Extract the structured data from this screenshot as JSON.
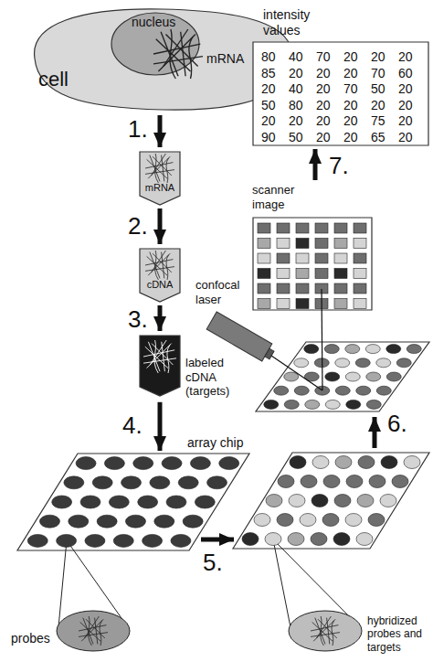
{
  "diagram": {
    "nodes": [
      {
        "text": [
          "cell"
        ]
      },
      {
        "text": [
          "nucleus"
        ],
        "in": 0
      },
      {
        "text": [
          "intensity values"
        ]
      },
      {
        "text": [
          "mRNA"
        ]
      },
      {
        "text": [
          "scanner image"
        ]
      },
      {
        "text": [
          "cDNA"
        ]
      },
      {
        "text": [
          "labeled cDNA (targets)"
        ]
      },
      {
        "text": [
          "array chip"
        ]
      },
      {
        "text": [
          "hybridized probes and targets"
        ]
      }
    ],
    "edges": [
      {
        "from": 0,
        "to": 3,
        "arrow": "to",
        "label": "1."
      },
      {
        "from": 3,
        "to": 5,
        "arrow": "to",
        "label": "2."
      },
      {
        "from": 5,
        "to": 6,
        "arrow": "to",
        "label": "3."
      },
      {
        "from": 6,
        "to": 7,
        "arrow": "to",
        "label": "4."
      },
      {
        "from": 7,
        "to": 8,
        "arrow": "to",
        "label": "5."
      },
      {
        "from": 4,
        "to": 2,
        "arrow": "to",
        "label": "7."
      }
    ],
    "labels": [
      "mRNA",
      "6.",
      "confocal laser",
      "probes",
      "80",
      "40",
      "70",
      "20",
      "20",
      "20",
      "85",
      "20",
      "20",
      "20",
      "70",
      "60",
      "20",
      "40",
      "20",
      "70",
      "50",
      "20",
      "50",
      "80",
      "20",
      "20",
      "20",
      "20",
      "20",
      "20",
      "20",
      "20",
      "75",
      "20",
      "90",
      "50",
      "20",
      "20",
      "65",
      "20"
    ]
  }
}
